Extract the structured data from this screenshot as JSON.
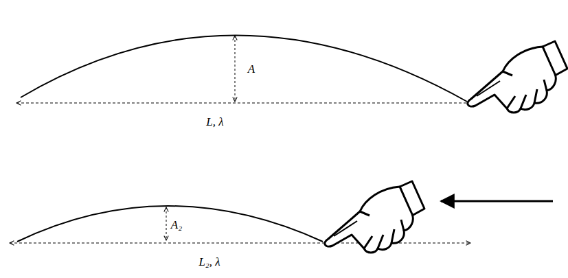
{
  "diagram": {
    "labels": [
      "A",
      "L, λ",
      "A₂",
      "L₂, λ"
    ]
  }
}
